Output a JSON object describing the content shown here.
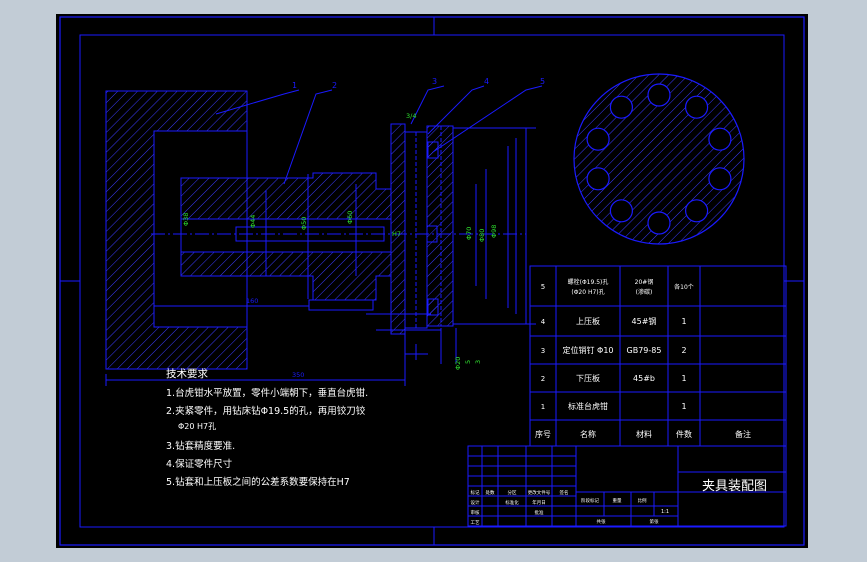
{
  "window": {
    "background": "#c2ccd6"
  },
  "colors": {
    "line": "#1a1aff",
    "hatch": "#3b3bff",
    "dim": "#2fe02f",
    "text": "#ffffff"
  },
  "callouts": [
    "1",
    "2",
    "3",
    "4",
    "5"
  ],
  "dimensions": {
    "main_length": "350",
    "lower_length": "160",
    "phi_labels": [
      "Φ38",
      "Φ44",
      "Φ50",
      "Φ60",
      "Φ70",
      "Φ80",
      "Φ98"
    ],
    "small_labels": [
      "Φ20",
      "5",
      "3",
      "H7",
      "3/4"
    ]
  },
  "bom": {
    "headers": [
      "序号",
      "名称",
      "材料",
      "件数",
      "备注"
    ],
    "rows": [
      {
        "no": "5",
        "name": "螺栓(Φ19.5)孔\n(Φ20 H7)孔",
        "material": "20#钢\n(渗碳)",
        "qty": "各10个",
        "remark": ""
      },
      {
        "no": "4",
        "name": "上压板",
        "material": "45#钢",
        "qty": "1",
        "remark": ""
      },
      {
        "no": "3",
        "name": "定位销钉 Φ10",
        "material": "GB79-85",
        "qty": "2",
        "remark": ""
      },
      {
        "no": "2",
        "name": "下压板",
        "material": "45#b",
        "qty": "1",
        "remark": ""
      },
      {
        "no": "1",
        "name": "标准台虎钳",
        "material": "",
        "qty": "1",
        "remark": ""
      }
    ]
  },
  "notes": {
    "title": "技术要求",
    "items": [
      "1.台虎钳水平放置，零件小端朝下，垂直台虎钳.",
      "2.夹紧零件，用钻床钻Φ19.5的孔，再用铰刀铰",
      "Φ20 H7孔",
      "3.钻套精度要准.",
      "4.保证零件尺寸",
      "5.钻套和上压板之间的公差系数要保持在H7"
    ]
  },
  "title_block": {
    "drawing_title": "夹具装配图",
    "labels": [
      "标记",
      "处数",
      "分区",
      "更改文件号",
      "签名",
      "年月日",
      "设计",
      "标准化",
      "审核",
      "工艺",
      "批准",
      "阶段标记",
      "重量",
      "比例",
      "共张",
      "第张"
    ],
    "scale": "1:1"
  }
}
